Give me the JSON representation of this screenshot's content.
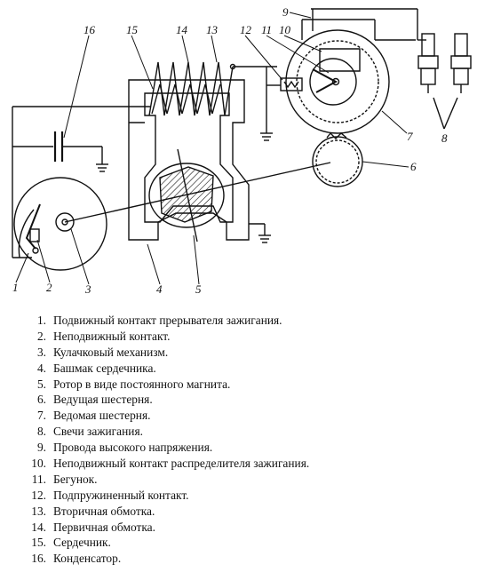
{
  "diagram": {
    "labels": [
      "1",
      "2",
      "3",
      "4",
      "5",
      "6",
      "7",
      "8",
      "9",
      "10",
      "11",
      "12",
      "13",
      "14",
      "15",
      "16"
    ]
  },
  "legend": {
    "items": [
      {
        "num": "1.",
        "text": "Подвижный контакт прерывателя зажигания."
      },
      {
        "num": "2.",
        "text": "Неподвижный контакт."
      },
      {
        "num": "3.",
        "text": "Кулачковый механизм."
      },
      {
        "num": "4.",
        "text": "Башмак сердечника."
      },
      {
        "num": "5.",
        "text": "Ротор в виде постоянного магнита."
      },
      {
        "num": "6.",
        "text": "Ведущая шестерня."
      },
      {
        "num": "7.",
        "text": "Ведомая шестерня."
      },
      {
        "num": "8.",
        "text": "Свечи зажигания."
      },
      {
        "num": "9.",
        "text": "Провода высокого напряжения."
      },
      {
        "num": "10.",
        "text": "Неподвижный контакт распределителя зажигания."
      },
      {
        "num": "11.",
        "text": "Бегунок."
      },
      {
        "num": "12.",
        "text": "Подпружиненный контакт."
      },
      {
        "num": "13.",
        "text": "Вторичная обмотка."
      },
      {
        "num": "14.",
        "text": "Первичная обмотка."
      },
      {
        "num": "15.",
        "text": "Сердечник."
      },
      {
        "num": "16.",
        "text": "Конденсатор."
      }
    ]
  }
}
